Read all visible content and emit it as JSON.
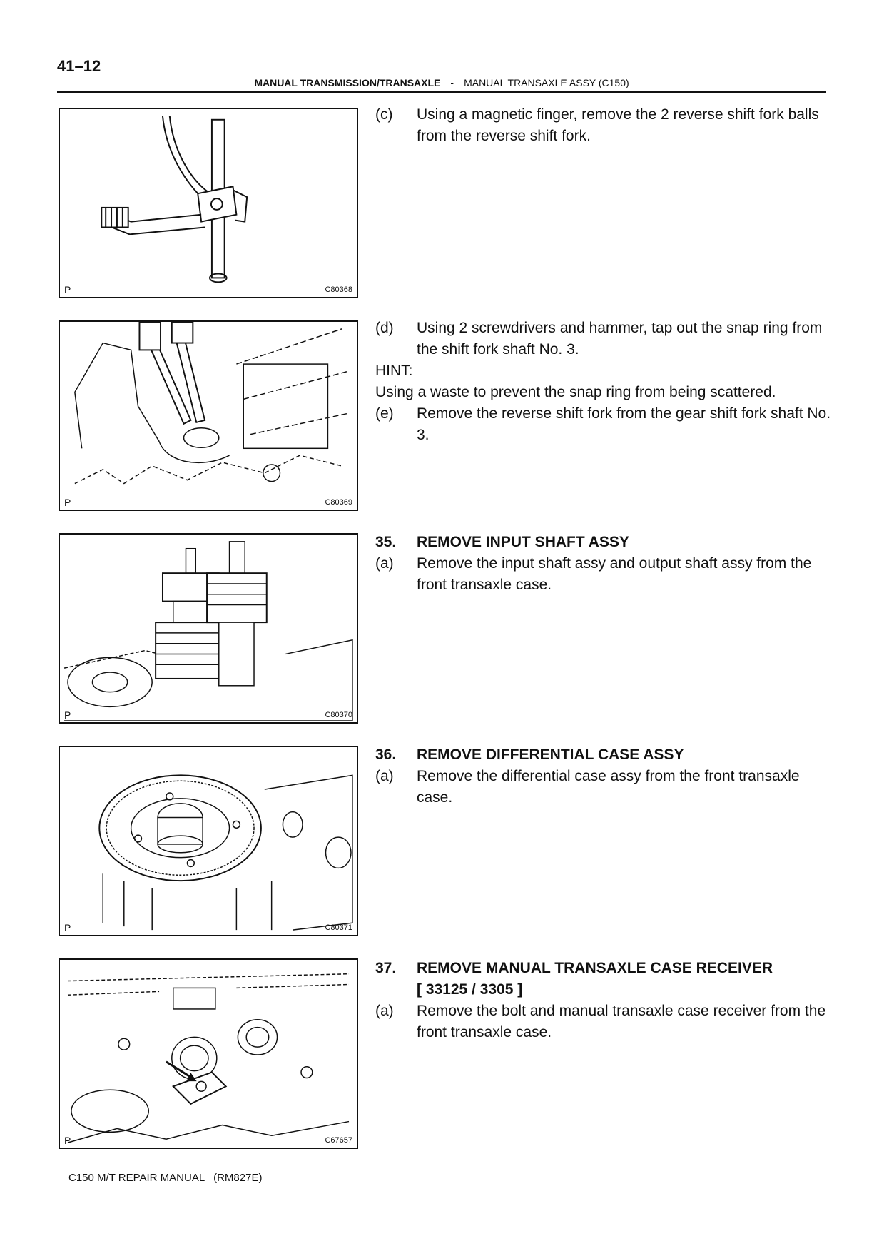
{
  "header": {
    "page_number": "41–12",
    "section_left": "MANUAL TRANSMISSION/TRANSAXLE",
    "separator": "-",
    "section_right": "MANUAL TRANSAXLE ASSY (C150)"
  },
  "figures": [
    {
      "p_label": "P",
      "code": "C80368"
    },
    {
      "p_label": "P",
      "code": "C80369"
    },
    {
      "p_label": "P",
      "code": "C80370"
    },
    {
      "p_label": "P",
      "code": "C80371"
    },
    {
      "p_label": "P",
      "code": "C67657"
    }
  ],
  "steps": {
    "c": {
      "label": "(c)",
      "text": "Using a magnetic finger, remove the 2 reverse shift fork balls from the reverse shift fork."
    },
    "d": {
      "label": "(d)",
      "text": "Using 2 screwdrivers and hammer, tap out the snap ring from the shift fork shaft No. 3."
    },
    "hint_label": "HINT:",
    "hint_text": "Using a waste to prevent the snap ring from being scattered.",
    "e": {
      "label": "(e)",
      "text": "Remove the reverse shift fork from the gear shift fork shaft No. 3."
    },
    "s35": {
      "num": "35.",
      "title": "REMOVE INPUT SHAFT ASSY",
      "a_label": "(a)",
      "a_text": "Remove the input shaft assy and output shaft assy from the front transaxle case."
    },
    "s36": {
      "num": "36.",
      "title": "REMOVE DIFFERENTIAL CASE ASSY",
      "a_label": "(a)",
      "a_text": "Remove the differential case assy from the front transaxle case."
    },
    "s37": {
      "num": "37.",
      "title": "REMOVE MANUAL TRANSAXLE CASE RECEIVER",
      "title_2": "[ 33125 / 3305 ]",
      "a_label": "(a)",
      "a_text": "Remove the bolt and manual transaxle case receiver from the front transaxle case."
    }
  },
  "footer": {
    "text": "C150 M/T REPAIR MANUAL   (RM827E)"
  }
}
